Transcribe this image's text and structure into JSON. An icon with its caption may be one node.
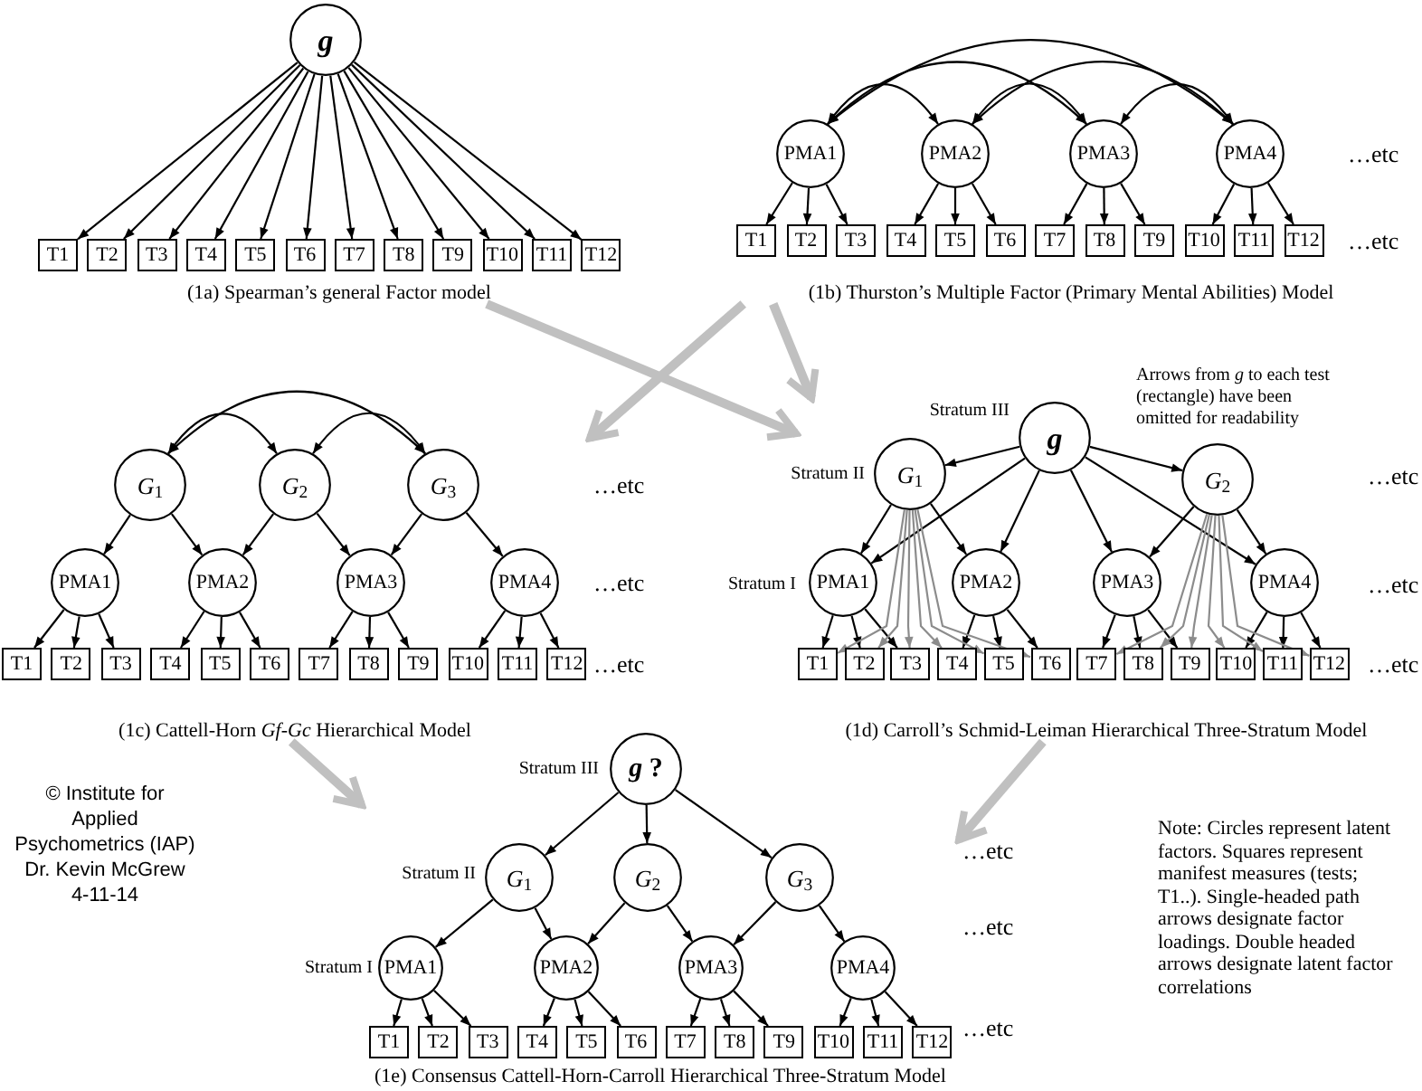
{
  "diagram": {
    "nodes": [
      {
        "text": [
          "(1a) Spearman’s general Factor model"
        ]
      },
      {
        "text": [
          "g"
        ],
        "in": 0
      },
      {
        "text": [
          "T1"
        ],
        "in": 0
      },
      {
        "text": [
          "T2"
        ],
        "in": 0
      },
      {
        "text": [
          "T3"
        ],
        "in": 0
      },
      {
        "text": [
          "T4"
        ],
        "in": 0
      },
      {
        "text": [
          "T5"
        ],
        "in": 0
      },
      {
        "text": [
          "T6"
        ],
        "in": 0
      },
      {
        "text": [
          "T7"
        ],
        "in": 0
      },
      {
        "text": [
          "T8"
        ],
        "in": 0
      },
      {
        "text": [
          "T9"
        ],
        "in": 0
      },
      {
        "text": [
          "T10"
        ],
        "in": 0
      },
      {
        "text": [
          "T11"
        ],
        "in": 0
      },
      {
        "text": [
          "T12"
        ],
        "in": 0
      },
      {
        "text": [
          "(1b) Thurston’s Multiple Factor (Primary Mental Abilities) Model"
        ]
      },
      {
        "text": [
          "PMA1"
        ],
        "in": 14
      },
      {
        "text": [
          "PMA2"
        ],
        "in": 14
      },
      {
        "text": [
          "PMA3"
        ],
        "in": 14
      },
      {
        "text": [
          "PMA4"
        ],
        "in": 14
      },
      {
        "text": [
          "T1"
        ],
        "in": 14
      },
      {
        "text": [
          "T2"
        ],
        "in": 14
      },
      {
        "text": [
          "T3"
        ],
        "in": 14
      },
      {
        "text": [
          "T4"
        ],
        "in": 14
      },
      {
        "text": [
          "T5"
        ],
        "in": 14
      },
      {
        "text": [
          "T6"
        ],
        "in": 14
      },
      {
        "text": [
          "T7"
        ],
        "in": 14
      },
      {
        "text": [
          "T8"
        ],
        "in": 14
      },
      {
        "text": [
          "T9"
        ],
        "in": 14
      },
      {
        "text": [
          "T10"
        ],
        "in": 14
      },
      {
        "text": [
          "T11"
        ],
        "in": 14
      },
      {
        "text": [
          "T12"
        ],
        "in": 14
      },
      {
        "text": [
          "(1c) Cattell-Horn *Gf-Gc* Hierarchical Model"
        ]
      },
      {
        "text": [
          "*G*$_{1}$"
        ],
        "in": 31
      },
      {
        "text": [
          "*G*$_{2}$"
        ],
        "in": 31
      },
      {
        "text": [
          "*G*$_{3}$"
        ],
        "in": 31
      },
      {
        "text": [
          "PMA1"
        ],
        "in": 31
      },
      {
        "text": [
          "PMA2"
        ],
        "in": 31
      },
      {
        "text": [
          "PMA3"
        ],
        "in": 31
      },
      {
        "text": [
          "PMA4"
        ],
        "in": 31
      },
      {
        "text": [
          "T1"
        ],
        "in": 31
      },
      {
        "text": [
          "T2"
        ],
        "in": 31
      },
      {
        "text": [
          "T3"
        ],
        "in": 31
      },
      {
        "text": [
          "T4"
        ],
        "in": 31
      },
      {
        "text": [
          "T5"
        ],
        "in": 31
      },
      {
        "text": [
          "T6"
        ],
        "in": 31
      },
      {
        "text": [
          "T7"
        ],
        "in": 31
      },
      {
        "text": [
          "T8"
        ],
        "in": 31
      },
      {
        "text": [
          "T9"
        ],
        "in": 31
      },
      {
        "text": [
          "T10"
        ],
        "in": 31
      },
      {
        "text": [
          "T11"
        ],
        "in": 31
      },
      {
        "text": [
          "T12"
        ],
        "in": 31
      },
      {
        "text": [
          "(1d) Carroll’s Schmid-Leiman Hierarchical Three-Stratum Model"
        ]
      },
      {
        "text": [
          "g"
        ],
        "in": 51
      },
      {
        "text": [
          "*G*$_{1}$"
        ],
        "in": 51
      },
      {
        "text": [
          "*G*$_{2}$"
        ],
        "in": 51
      },
      {
        "text": [
          "PMA1"
        ],
        "in": 51
      },
      {
        "text": [
          "PMA2"
        ],
        "in": 51
      },
      {
        "text": [
          "PMA3"
        ],
        "in": 51
      },
      {
        "text": [
          "PMA4"
        ],
        "in": 51
      },
      {
        "text": [
          "T1"
        ],
        "in": 51
      },
      {
        "text": [
          "T2"
        ],
        "in": 51
      },
      {
        "text": [
          "T3"
        ],
        "in": 51
      },
      {
        "text": [
          "T4"
        ],
        "in": 51
      },
      {
        "text": [
          "T5"
        ],
        "in": 51
      },
      {
        "text": [
          "T6"
        ],
        "in": 51
      },
      {
        "text": [
          "T7"
        ],
        "in": 51
      },
      {
        "text": [
          "T8"
        ],
        "in": 51
      },
      {
        "text": [
          "T9"
        ],
        "in": 51
      },
      {
        "text": [
          "T10"
        ],
        "in": 51
      },
      {
        "text": [
          "T11"
        ],
        "in": 51
      },
      {
        "text": [
          "T12"
        ],
        "in": 51
      },
      {
        "text": [
          "(1e) Consensus Cattell-Horn-Carroll Hierarchical Three-Stratum Model"
        ]
      },
      {
        "text": [
          "*g* ?"
        ],
        "in": 71
      },
      {
        "text": [
          "*G*$_{1}$"
        ],
        "in": 71
      },
      {
        "text": [
          "*G*$_{2}$"
        ],
        "in": 71
      },
      {
        "text": [
          "*G*$_{3}$"
        ],
        "in": 71
      },
      {
        "text": [
          "PMA1"
        ],
        "in": 71
      },
      {
        "text": [
          "PMA2"
        ],
        "in": 71
      },
      {
        "text": [
          "PMA3"
        ],
        "in": 71
      },
      {
        "text": [
          "PMA4"
        ],
        "in": 71
      },
      {
        "text": [
          "T1"
        ],
        "in": 71
      },
      {
        "text": [
          "T2"
        ],
        "in": 71
      },
      {
        "text": [
          "T3"
        ],
        "in": 71
      },
      {
        "text": [
          "T4"
        ],
        "in": 71
      },
      {
        "text": [
          "T5"
        ],
        "in": 71
      },
      {
        "text": [
          "T6"
        ],
        "in": 71
      },
      {
        "text": [
          "T7"
        ],
        "in": 71
      },
      {
        "text": [
          "T8"
        ],
        "in": 71
      },
      {
        "text": [
          "T9"
        ],
        "in": 71
      },
      {
        "text": [
          "T10"
        ],
        "in": 71
      },
      {
        "text": [
          "T11"
        ],
        "in": 71
      },
      {
        "text": [
          "T12"
        ],
        "in": 71
      }
    ],
    "edges": [
      {
        "from": 1,
        "to": 2,
        "arrow": "to"
      },
      {
        "from": 1,
        "to": 3,
        "arrow": "to"
      },
      {
        "from": 1,
        "to": 4,
        "arrow": "to"
      },
      {
        "from": 1,
        "to": 5,
        "arrow": "to"
      },
      {
        "from": 1,
        "to": 6,
        "arrow": "to"
      },
      {
        "from": 1,
        "to": 7,
        "arrow": "to"
      },
      {
        "from": 1,
        "to": 8,
        "arrow": "to"
      },
      {
        "from": 1,
        "to": 9,
        "arrow": "to"
      },
      {
        "from": 1,
        "to": 10,
        "arrow": "to"
      },
      {
        "from": 1,
        "to": 11,
        "arrow": "to"
      },
      {
        "from": 1,
        "to": 12,
        "arrow": "to"
      },
      {
        "from": 1,
        "to": 13,
        "arrow": "to"
      },
      {
        "from": 15,
        "to": 19,
        "arrow": "to"
      },
      {
        "from": 15,
        "to": 20,
        "arrow": "to"
      },
      {
        "from": 15,
        "to": 21,
        "arrow": "to"
      },
      {
        "from": 16,
        "to": 22,
        "arrow": "to"
      },
      {
        "from": 16,
        "to": 23,
        "arrow": "to"
      },
      {
        "from": 16,
        "to": 24,
        "arrow": "to"
      },
      {
        "from": 17,
        "to": 25,
        "arrow": "to"
      },
      {
        "from": 17,
        "to": 26,
        "arrow": "to"
      },
      {
        "from": 17,
        "to": 27,
        "arrow": "to"
      },
      {
        "from": 18,
        "to": 28,
        "arrow": "to"
      },
      {
        "from": 18,
        "to": 29,
        "arrow": "to"
      },
      {
        "from": 18,
        "to": 30,
        "arrow": "to"
      },
      {
        "from": 15,
        "to": 16,
        "arrow": "both"
      },
      {
        "from": 15,
        "to": 17,
        "arrow": "both"
      },
      {
        "from": 15,
        "to": 18,
        "arrow": "both"
      },
      {
        "from": 16,
        "to": 17,
        "arrow": "both"
      },
      {
        "from": 16,
        "to": 18,
        "arrow": "both"
      },
      {
        "from": 17,
        "to": 18,
        "arrow": "both"
      },
      {
        "from": 32,
        "to": 35,
        "arrow": "to"
      },
      {
        "from": 32,
        "to": 36,
        "arrow": "to"
      },
      {
        "from": 33,
        "to": 36,
        "arrow": "to"
      },
      {
        "from": 33,
        "to": 37,
        "arrow": "to"
      },
      {
        "from": 34,
        "to": 37,
        "arrow": "to"
      },
      {
        "from": 34,
        "to": 38,
        "arrow": "to"
      },
      {
        "from": 35,
        "to": 39,
        "arrow": "to"
      },
      {
        "from": 35,
        "to": 40,
        "arrow": "to"
      },
      {
        "from": 35,
        "to": 41,
        "arrow": "to"
      },
      {
        "from": 36,
        "to": 42,
        "arrow": "to"
      },
      {
        "from": 36,
        "to": 43,
        "arrow": "to"
      },
      {
        "from": 36,
        "to": 44,
        "arrow": "to"
      },
      {
        "from": 37,
        "to": 45,
        "arrow": "to"
      },
      {
        "from": 37,
        "to": 46,
        "arrow": "to"
      },
      {
        "from": 37,
        "to": 47,
        "arrow": "to"
      },
      {
        "from": 38,
        "to": 48,
        "arrow": "to"
      },
      {
        "from": 38,
        "to": 49,
        "arrow": "to"
      },
      {
        "from": 38,
        "to": 50,
        "arrow": "to"
      },
      {
        "from": 32,
        "to": 33,
        "arrow": "both"
      },
      {
        "from": 33,
        "to": 34,
        "arrow": "both"
      },
      {
        "from": 32,
        "to": 34,
        "arrow": "both"
      },
      {
        "from": 52,
        "to": 53,
        "arrow": "to"
      },
      {
        "from": 52,
        "to": 54,
        "arrow": "to"
      },
      {
        "from": 52,
        "to": 55,
        "arrow": "to"
      },
      {
        "from": 52,
        "to": 56,
        "arrow": "to"
      },
      {
        "from": 52,
        "to": 57,
        "arrow": "to"
      },
      {
        "from": 52,
        "to": 58,
        "arrow": "to"
      },
      {
        "from": 53,
        "to": 55,
        "arrow": "to"
      },
      {
        "from": 53,
        "to": 56,
        "arrow": "to"
      },
      {
        "from": 54,
        "to": 57,
        "arrow": "to"
      },
      {
        "from": 54,
        "to": 58,
        "arrow": "to"
      },
      {
        "from": 55,
        "to": 59,
        "arrow": "to"
      },
      {
        "from": 55,
        "to": 60,
        "arrow": "to"
      },
      {
        "from": 55,
        "to": 61,
        "arrow": "to"
      },
      {
        "from": 56,
        "to": 62,
        "arrow": "to"
      },
      {
        "from": 56,
        "to": 63,
        "arrow": "to"
      },
      {
        "from": 56,
        "to": 64,
        "arrow": "to"
      },
      {
        "from": 57,
        "to": 65,
        "arrow": "to"
      },
      {
        "from": 57,
        "to": 66,
        "arrow": "to"
      },
      {
        "from": 57,
        "to": 67,
        "arrow": "to"
      },
      {
        "from": 58,
        "to": 68,
        "arrow": "to"
      },
      {
        "from": 58,
        "to": 69,
        "arrow": "to"
      },
      {
        "from": 58,
        "to": 70,
        "arrow": "to"
      },
      {
        "from": 53,
        "to": 59,
        "arrow": "to",
        "color": "#8c8c8c"
      },
      {
        "from": 53,
        "to": 60,
        "arrow": "to",
        "color": "#8c8c8c"
      },
      {
        "from": 53,
        "to": 61,
        "arrow": "to",
        "color": "#8c8c8c"
      },
      {
        "from": 53,
        "to": 62,
        "arrow": "to",
        "color": "#8c8c8c"
      },
      {
        "from": 53,
        "to": 63,
        "arrow": "to",
        "color": "#8c8c8c"
      },
      {
        "from": 53,
        "to": 64,
        "arrow": "to",
        "color": "#8c8c8c"
      },
      {
        "from": 54,
        "to": 65,
        "arrow": "to",
        "color": "#8c8c8c"
      },
      {
        "from": 54,
        "to": 66,
        "arrow": "to",
        "color": "#8c8c8c"
      },
      {
        "from": 54,
        "to": 67,
        "arrow": "to",
        "color": "#8c8c8c"
      },
      {
        "from": 54,
        "to": 68,
        "arrow": "to",
        "color": "#8c8c8c"
      },
      {
        "from": 54,
        "to": 69,
        "arrow": "to",
        "color": "#8c8c8c"
      },
      {
        "from": 54,
        "to": 70,
        "arrow": "to",
        "color": "#8c8c8c"
      },
      {
        "from": 72,
        "to": 73,
        "arrow": "to"
      },
      {
        "from": 72,
        "to": 74,
        "arrow": "to"
      },
      {
        "from": 72,
        "to": 75,
        "arrow": "to"
      },
      {
        "from": 73,
        "to": 76,
        "arrow": "to"
      },
      {
        "from": 73,
        "to": 77,
        "arrow": "to"
      },
      {
        "from": 74,
        "to": 77,
        "arrow": "to"
      },
      {
        "from": 74,
        "to": 78,
        "arrow": "to"
      },
      {
        "from": 75,
        "to": 78,
        "arrow": "to"
      },
      {
        "from": 75,
        "to": 79,
        "arrow": "to"
      },
      {
        "from": 76,
        "to": 80,
        "arrow": "to"
      },
      {
        "from": 76,
        "to": 81,
        "arrow": "to"
      },
      {
        "from": 76,
        "to": 82,
        "arrow": "to"
      },
      {
        "from": 77,
        "to": 83,
        "arrow": "to"
      },
      {
        "from": 77,
        "to": 84,
        "arrow": "to"
      },
      {
        "from": 77,
        "to": 85,
        "arrow": "to"
      },
      {
        "from": 78,
        "to": 86,
        "arrow": "to"
      },
      {
        "from": 78,
        "to": 87,
        "arrow": "to"
      },
      {
        "from": 78,
        "to": 88,
        "arrow": "to"
      },
      {
        "from": 79,
        "to": 89,
        "arrow": "to"
      },
      {
        "from": 79,
        "to": 90,
        "arrow": "to"
      },
      {
        "from": 79,
        "to": 91,
        "arrow": "to"
      },
      {
        "from": 0,
        "to": 51,
        "arrow": "to",
        "style": "thick",
        "color": "#c0c0c0"
      },
      {
        "from": 14,
        "to": 51,
        "arrow": "to",
        "style": "thick",
        "color": "#c0c0c0"
      },
      {
        "from": 14,
        "to": 31,
        "arrow": "to",
        "style": "thick",
        "color": "#c0c0c0"
      },
      {
        "from": 31,
        "to": 71,
        "arrow": "to",
        "style": "thick",
        "color": "#c0c0c0"
      },
      {
        "from": 51,
        "to": 71,
        "arrow": "to",
        "style": "thick",
        "color": "#c0c0c0"
      }
    ],
    "labels": [
      "…etc",
      "…etc",
      "Arrows from *g* to each test (rectangle) have been omitted for readability",
      "Stratum III",
      "…etc",
      "Stratum II",
      "…etc",
      "…etc",
      "Stratum I",
      "…etc",
      "…etc",
      "…etc",
      "Stratum III",
      "© Institute for Applied Psychometrics (IAP) Dr. Kevin McGrew 4-11-14",
      "…etc",
      "Stratum II",
      "Note: Circles represent latent factors. Squares represent manifest measures (tests; T1..). Single-headed path arrows designate factor loadings. Double headed arrows designate latent factor correlations",
      "Stratum I",
      "…etc",
      "…etc"
    ]
  }
}
